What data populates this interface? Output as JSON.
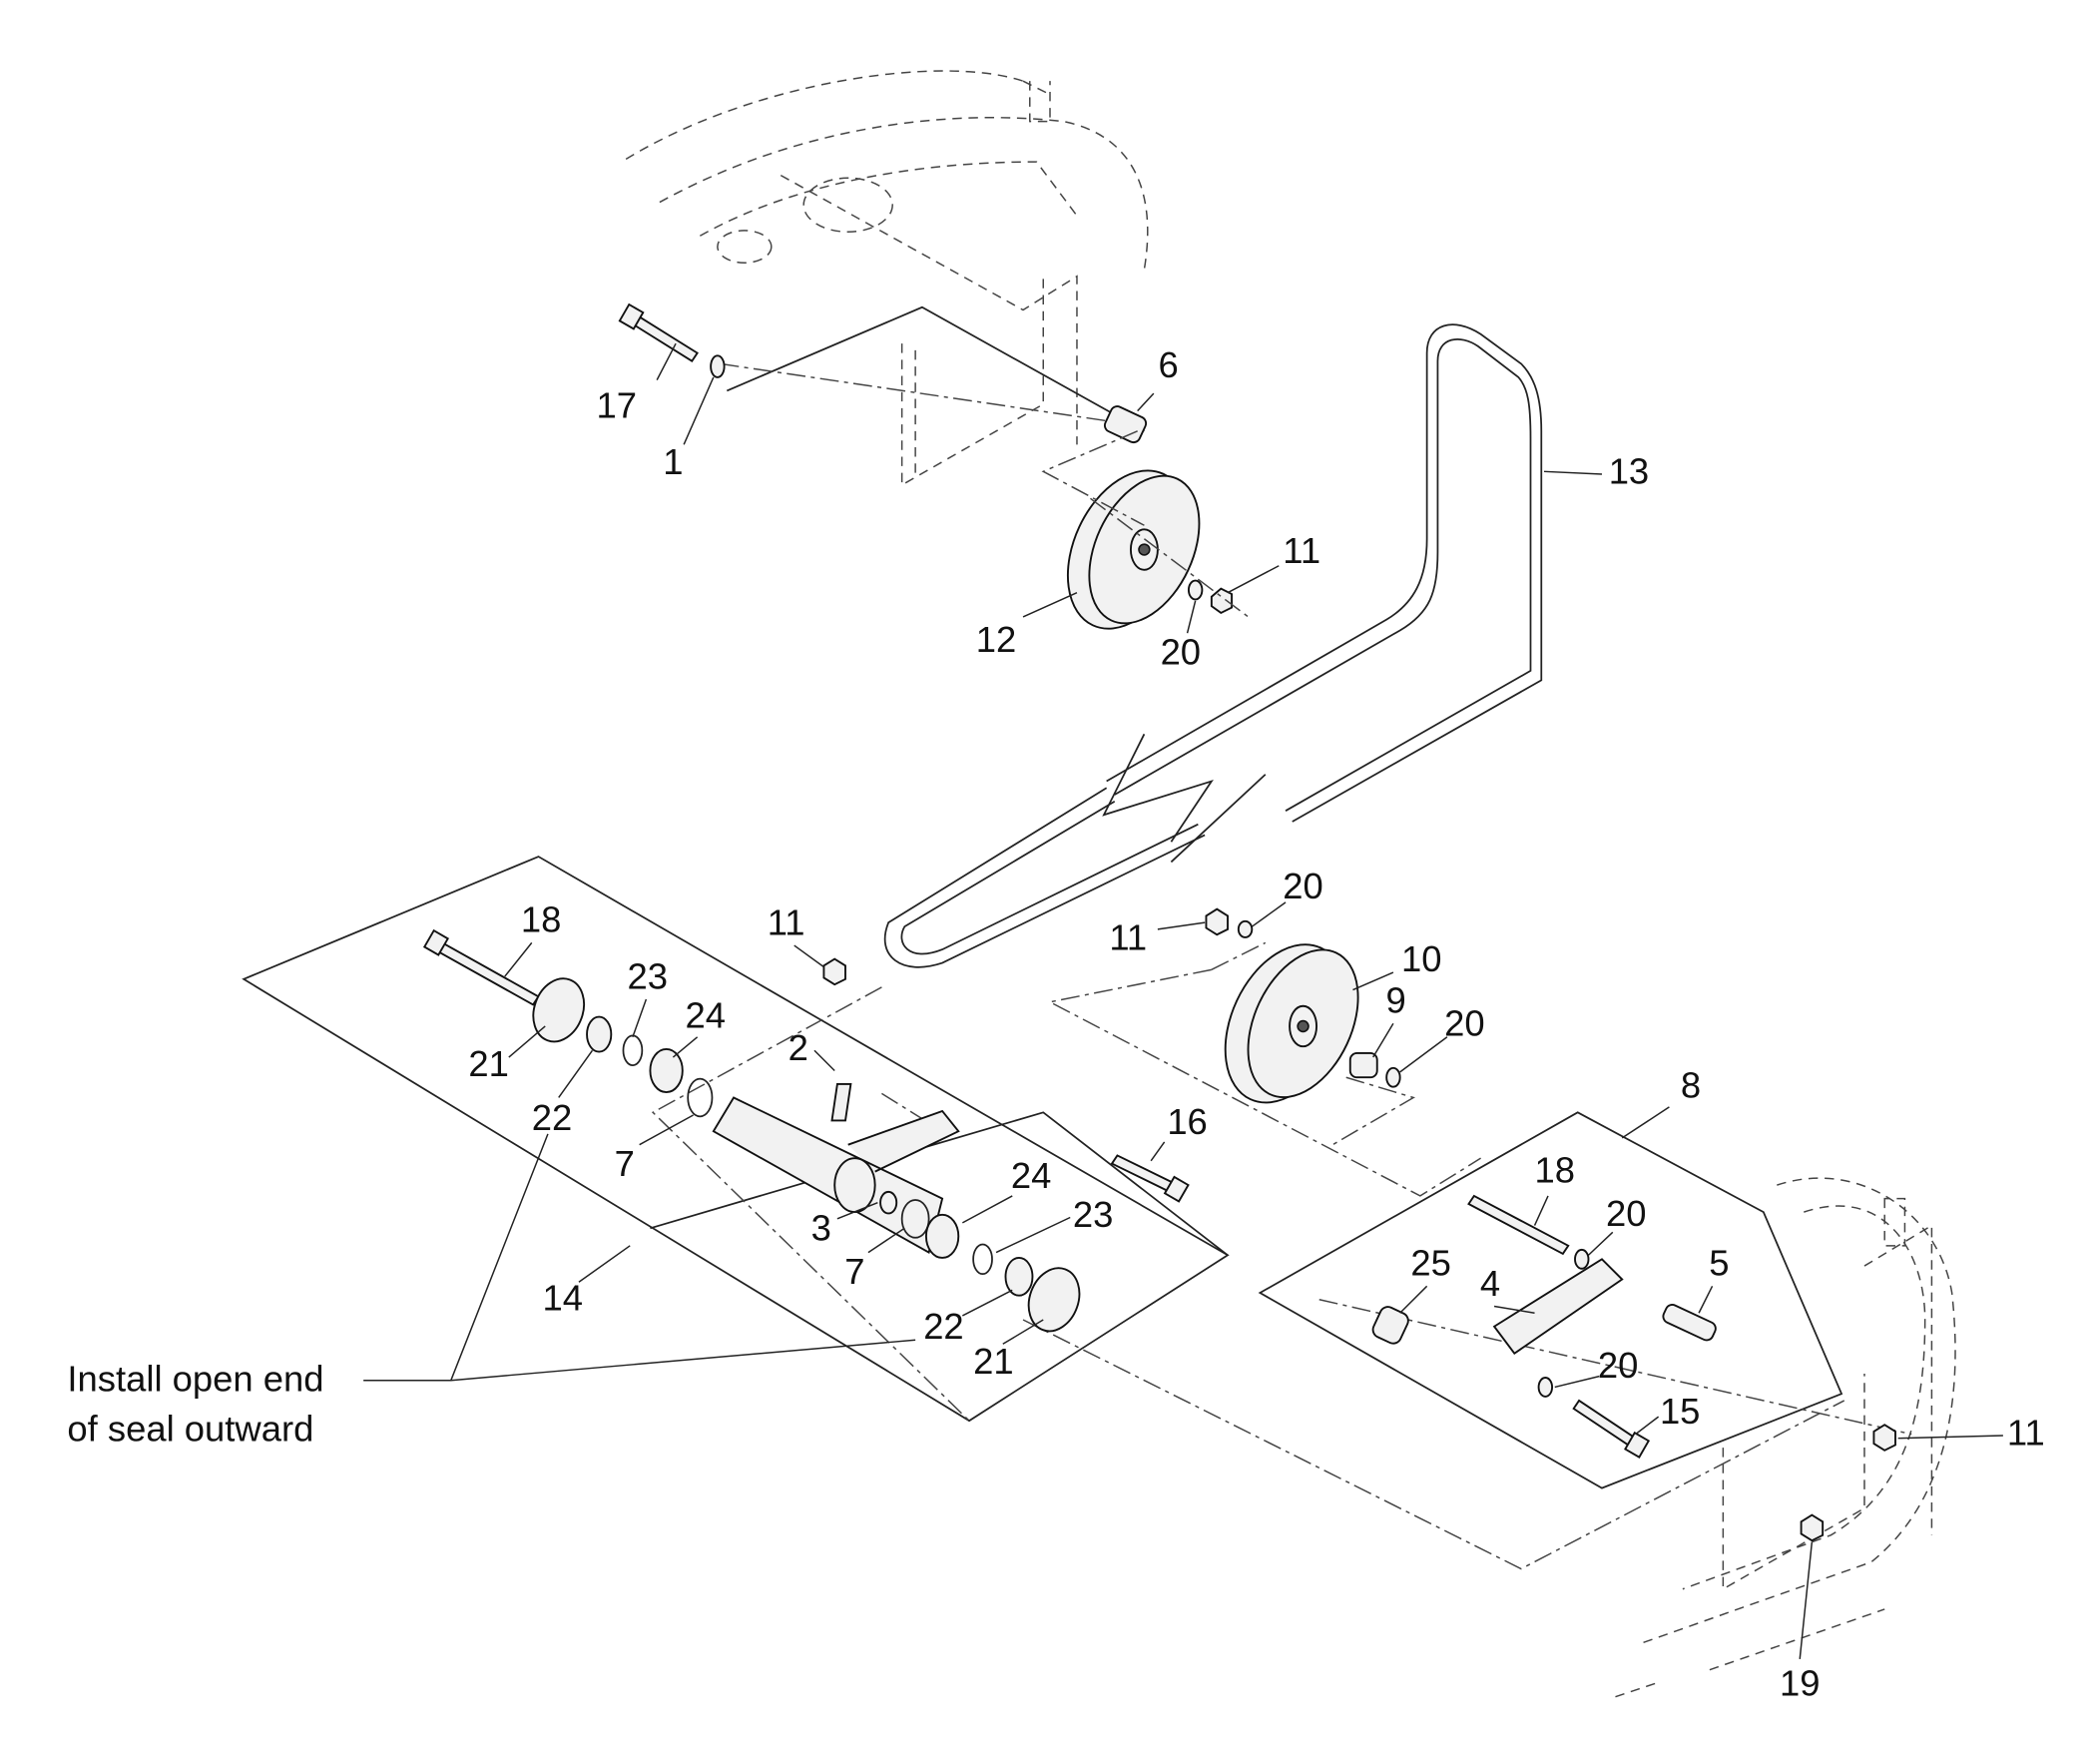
{
  "diagram": {
    "callouts": [
      "17",
      "1",
      "6",
      "13",
      "11",
      "12",
      "20",
      "18",
      "11",
      "20",
      "11",
      "10",
      "23",
      "24",
      "9",
      "20",
      "2",
      "21",
      "22",
      "7",
      "16",
      "8",
      "18",
      "24",
      "20",
      "23",
      "3",
      "7",
      "25",
      "4",
      "5",
      "14",
      "22",
      "21",
      "20",
      "15",
      "11",
      "19"
    ],
    "note_line1": "Install open end",
    "note_line2": "of seal outward"
  }
}
